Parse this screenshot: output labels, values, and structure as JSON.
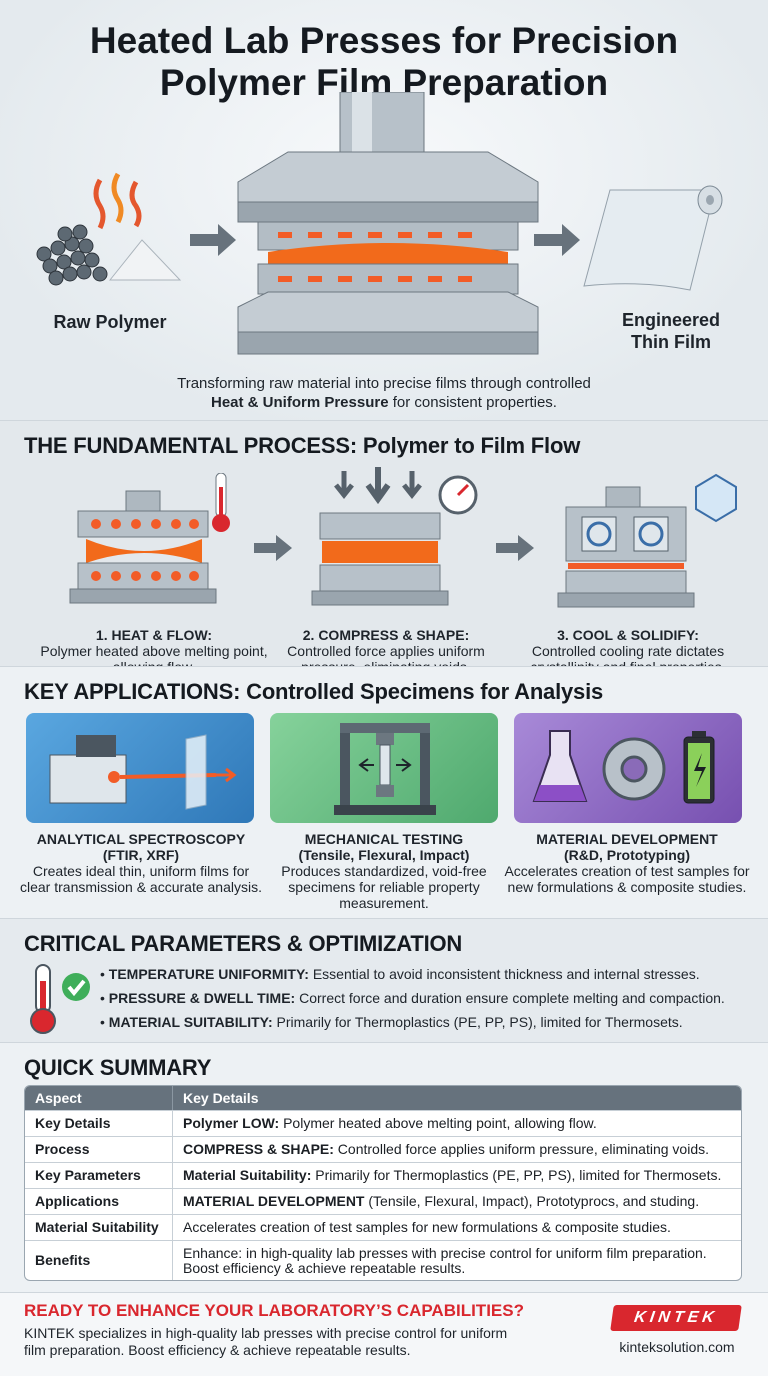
{
  "hero": {
    "title_line1": "Heated Lab Presses for Precision",
    "title_line2": "Polymer Film Preparation",
    "left_label": "Raw Polymer",
    "right_label_line1": "Engineered",
    "right_label_line2": "Thin Film",
    "tagline_line1": "Transforming raw material into precise films through controlled",
    "tagline_bold": "Heat & Uniform Pressure",
    "tagline_end": " for consistent properties."
  },
  "process": {
    "heading": "THE FUNDAMENTAL PROCESS: Polymer to Film Flow",
    "steps": [
      {
        "title": "1. HEAT & FLOW:",
        "desc": "Polymer heated above melting point, allowing flow."
      },
      {
        "title": "2. COMPRESS & SHAPE:",
        "desc": "Controlled force applies uniform pressure, eliminating voids."
      },
      {
        "title": "3. COOL & SOLIDIFY:",
        "desc": "Controlled cooling rate dictates crystallinity and final properties."
      }
    ]
  },
  "applications": {
    "heading": "KEY APPLICATIONS: Controlled Specimens for Analysis",
    "items": [
      {
        "title": "ANALYTICAL SPECTROSCOPY",
        "sub": "(FTIR, XRF)",
        "desc": "Creates ideal thin, uniform films for clear transmission & accurate analysis.",
        "color": "#3f8fd0"
      },
      {
        "title": "MECHANICAL TESTING",
        "sub": "(Tensile, Flexural, Impact)",
        "desc": "Produces standardized, void-free specimens for reliable property measurement.",
        "color": "#5db77d"
      },
      {
        "title": "MATERIAL DEVELOPMENT",
        "sub": "(R&D, Prototyping)",
        "desc": "Accelerates creation of test samples for new formulations & composite studies.",
        "color": "#8a5fc0"
      }
    ]
  },
  "parameters": {
    "heading": "CRITICAL PARAMETERS & OPTIMIZATION",
    "bullets": [
      {
        "label": "TEMPERATURE UNIFORMITY:",
        "text": " Essential to avoid inconsistent thickness and internal stresses."
      },
      {
        "label": "PRESSURE & DWELL TIME:",
        "text": " Correct force and duration ensure complete melting and compaction."
      },
      {
        "label": "MATERIAL SUITABILITY:",
        "text": " Primarily for Thermoplastics (PE, PP, PS), limited for Thermosets."
      }
    ]
  },
  "summary": {
    "heading": "QUICK SUMMARY",
    "columns": [
      "Aspect",
      "Key Details"
    ],
    "rows": [
      {
        "aspect": "Key Details",
        "bold": "Polymer LOW:",
        "text": " Polymer heated above melting point, allowing flow."
      },
      {
        "aspect": "Process",
        "bold": "COMPRESS & SHAPE:",
        "text": " Controlled force applies uniform pressure, eliminating voids."
      },
      {
        "aspect": "Key Parameters",
        "bold": "Material Suitability:",
        "text": " Primarily for Thermoplastics (PE, PP, PS), limited for Thermosets."
      },
      {
        "aspect": "Applications",
        "bold": "MATERIAL DEVELOPMENT",
        "text": " (Tensile, Flexural, Impact), Prototyprocs, and studing."
      },
      {
        "aspect": "Material Suitability",
        "bold": "",
        "text": "Accelerates creation of test samples for new formulations & composite studies."
      },
      {
        "aspect": "Benefits",
        "bold": "",
        "text": "Enhance: in high-quality lab presses with precise control for uniform film preparation. Boost efficiency & achieve repeatable results."
      }
    ]
  },
  "cta": {
    "heading": "READY TO ENHANCE YOUR LABORATORY’S CAPABILITIES?",
    "text": "KINTEK specializes in high-quality lab presses with precise control for uniform film preparation. Boost efficiency & achieve repeatable results.",
    "logo": "KINTEK",
    "website": "kinteksolution.com",
    "accent": "#d9272e"
  }
}
